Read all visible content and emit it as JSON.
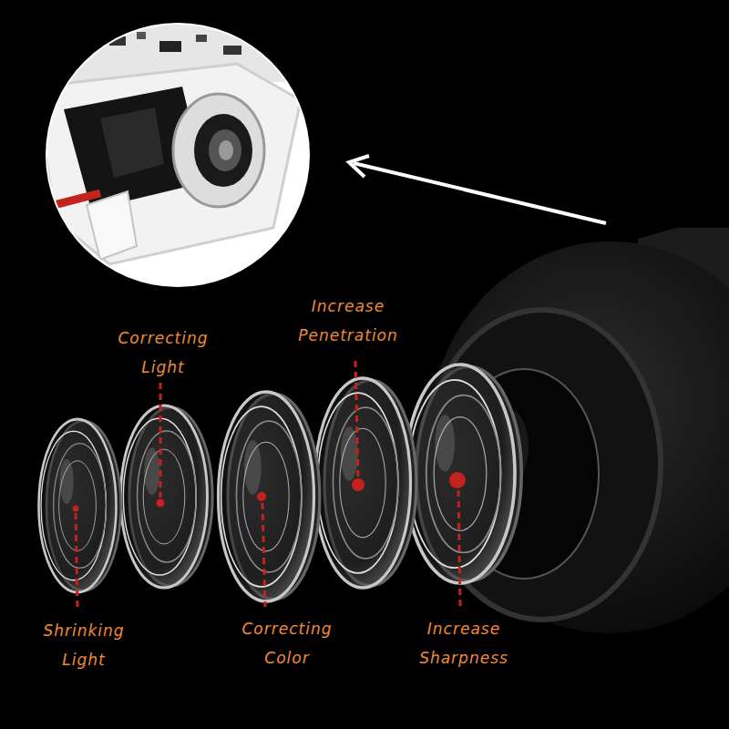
{
  "diagram": {
    "labels": [
      "Increase Penetration",
      "Correcting Light",
      "Shrinking Light",
      "Correcting Color",
      "Increase Sharpness"
    ]
  }
}
